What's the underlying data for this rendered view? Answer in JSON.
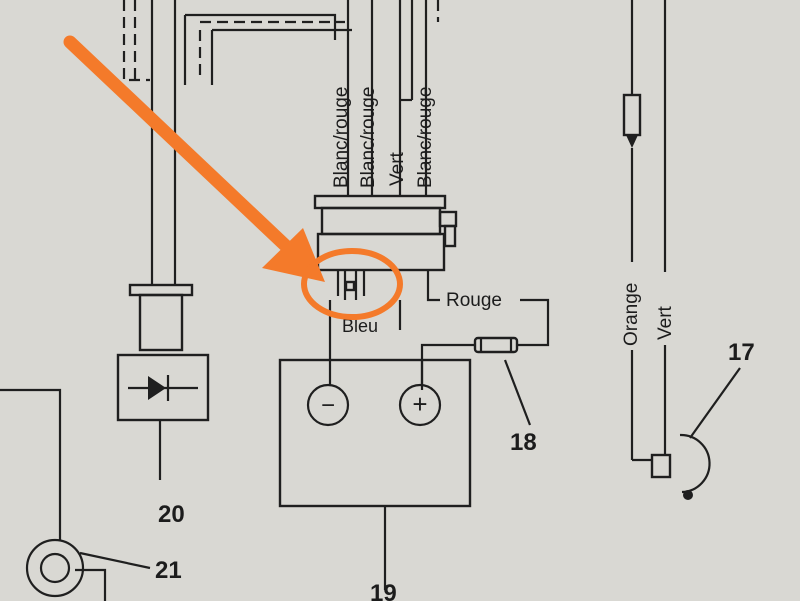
{
  "diagram": {
    "wire_labels": {
      "blanc_rouge_1": "Blanc/rouge",
      "blanc_rouge_2": "Blanc/rouge",
      "vert_top": "Vert",
      "blanc_rouge_3": "Blanc/rouge",
      "rouge": "Rouge",
      "bleu": "Bleu",
      "orange": "Orange",
      "vert_right": "Vert"
    },
    "battery": {
      "minus": "−",
      "plus": "+"
    },
    "callouts": {
      "c17": "17",
      "c18": "18",
      "c19": "19",
      "c20": "20",
      "c21": "21"
    }
  },
  "colors": {
    "paper": "#d9d8d3",
    "ink": "#1f1f1f",
    "annotation": "#f47a2a"
  },
  "icons": [
    "diode-icon",
    "fuse-icon",
    "horn-icon",
    "lamp-icon",
    "arrow-annotation-icon"
  ]
}
